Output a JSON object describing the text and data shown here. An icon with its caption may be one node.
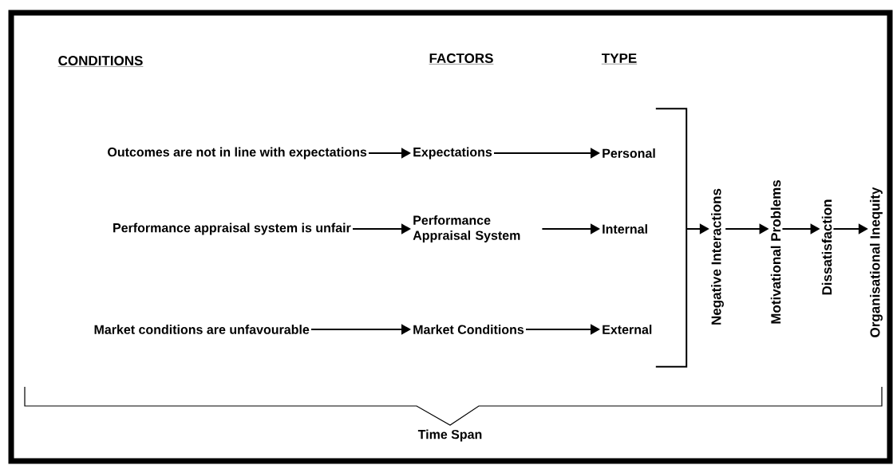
{
  "diagram": {
    "nodes": [
      {
        "text": [
          "Outcomes are not in line with expectations"
        ]
      },
      {
        "text": [
          "Expectations"
        ]
      },
      {
        "text": [
          "Personal"
        ]
      },
      {
        "text": [
          "Performance appraisal system is unfair"
        ]
      },
      {
        "text": [
          "Performance Appraisal System"
        ]
      },
      {
        "text": [
          "Internal"
        ]
      },
      {
        "text": [
          "Market conditions are unfavourable"
        ]
      },
      {
        "text": [
          "Market Conditions"
        ]
      },
      {
        "text": [
          "External"
        ]
      },
      {
        "text": [],
        "shape": "bracket"
      },
      {
        "text": [
          "Negative Interactions"
        ]
      },
      {
        "text": [
          "Motivational Problems"
        ]
      },
      {
        "text": [
          "Dissatisfaction"
        ]
      },
      {
        "text": [
          "Organisational Inequity"
        ]
      }
    ],
    "edges": [
      {
        "from": 0,
        "to": 1,
        "arrow": "to"
      },
      {
        "from": 1,
        "to": 2,
        "arrow": "to"
      },
      {
        "from": 3,
        "to": 4,
        "arrow": "to"
      },
      {
        "from": 4,
        "to": 5,
        "arrow": "to"
      },
      {
        "from": 6,
        "to": 7,
        "arrow": "to"
      },
      {
        "from": 7,
        "to": 8,
        "arrow": "to"
      },
      {
        "from": 9,
        "to": 10,
        "arrow": "to"
      },
      {
        "from": 10,
        "to": 11,
        "arrow": "to"
      },
      {
        "from": 11,
        "to": 12,
        "arrow": "to"
      },
      {
        "from": 12,
        "to": 13,
        "arrow": "to"
      }
    ],
    "labels": [
      "CONDITIONS",
      "FACTORS",
      "TYPE",
      "Time Span"
    ]
  }
}
